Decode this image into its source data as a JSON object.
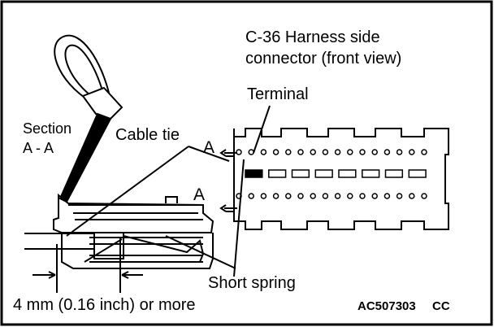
{
  "diagram": {
    "connector_title_line1": "C-36 Harness side",
    "connector_title_line2": "connector (front view)",
    "terminal_label": "Terminal",
    "section_label_line1": "Section",
    "section_label_line2": "A - A",
    "cable_tie_label": "Cable tie",
    "section_marker_top": "A",
    "section_marker_bottom": "A",
    "short_spring_label": "Short spring",
    "dimension_label": "4 mm (0.16 inch) or more",
    "figure_code": "AC507303",
    "figure_code_suffix": "CC"
  },
  "connector": {
    "pins_per_row": 16,
    "slots_in_middle_row": 8
  }
}
